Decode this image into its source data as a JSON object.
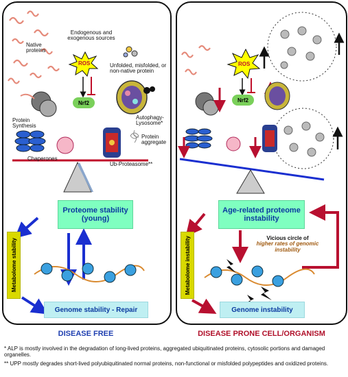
{
  "left": {
    "native_proteins": "Native proteins",
    "sources": "Endogenous and exogenous sources",
    "ros": "ROS",
    "nrf2": "Nrf2",
    "unfolded": "Unfolded, misfolded, or non-native protein",
    "protein_synthesis": "Protein Synthesis",
    "autophagy": "Autophagy-Lysosome*",
    "protein_aggregate": "Protein aggregate",
    "chaperones": "Chaperones",
    "ub_proteasome": "Ub-Proteasome**",
    "proteome_stability": "Proteome stability (young)",
    "metabolome_stability": "Metabolome stability",
    "genome_stability": "Genome stability - Repair",
    "caption": "DISEASE FREE"
  },
  "right": {
    "ros": "ROS",
    "nrf2": "Nrf2",
    "age_related": "Age-related proteome instability",
    "vicious_prefix": "Vicious circle of",
    "vicious_italic": "higher rates of genomic instability",
    "metabolome_instability": "Metabolome instability",
    "genome_instability": "Genome instability",
    "caption": "DISEASE PRONE CELL/ORGANISM"
  },
  "footnotes": {
    "alp": "* ALP is mostly involved in the degradation of long-lived proteins, aggregated ubiquitinated proteins, cytosolic portions and damaged organelles.",
    "upp": "** UPP mostly degrades short-lived polyubiquitinated normal proteins, non-functional or misfolded polypeptides and oxidized proteins."
  },
  "colors": {
    "caption_left": "#1f3fb0",
    "caption_right": "#b0102a",
    "arrow_blue": "#1a2fd0",
    "arrow_red": "#b81030",
    "beam_left": "#c0102a",
    "beam_right": "#1a2fd0",
    "green_box": "#7fffc0",
    "cyan_box": "#bfeff2",
    "yellow_box": "#d9d900"
  },
  "icons": [
    "ros-star-icon",
    "ribosome-icon",
    "lysosome-icon",
    "chaperone-icon",
    "proteasome-icon",
    "aggregate-icon",
    "dna-icon",
    "lightning-icon",
    "fulcrum-icon"
  ]
}
